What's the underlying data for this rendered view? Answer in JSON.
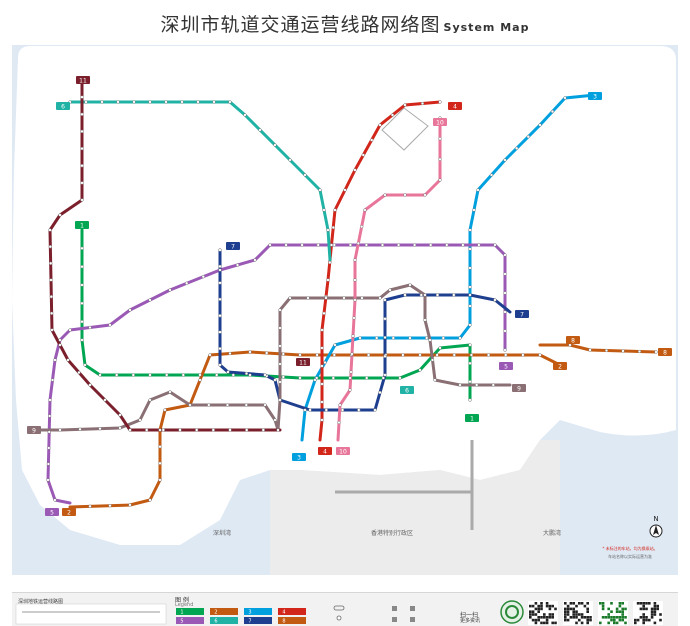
{
  "header": {
    "title_cn": "深圳市轨道交通运营线路网络图",
    "title_en": "System Map"
  },
  "lines": [
    {
      "id": "1",
      "label": "1号线",
      "color": "#00a651"
    },
    {
      "id": "2",
      "label": "2号线",
      "color": "#c25a11"
    },
    {
      "id": "3",
      "label": "3号线",
      "color": "#00a0df"
    },
    {
      "id": "4",
      "label": "4号线",
      "color": "#d2261a"
    },
    {
      "id": "5",
      "label": "5号线",
      "color": "#9b59b6"
    },
    {
      "id": "6",
      "label": "6号线",
      "color": "#20b2a4"
    },
    {
      "id": "7",
      "label": "7号线",
      "color": "#1e3f8f"
    },
    {
      "id": "8",
      "label": "8号线",
      "color": "#c25a11"
    },
    {
      "id": "9",
      "label": "9号线",
      "color": "#8a6f74"
    },
    {
      "id": "10",
      "label": "10号线",
      "color": "#e8769a"
    },
    {
      "id": "11",
      "label": "11号线",
      "color": "#7a1f2b"
    }
  ],
  "places": {
    "shenzhen_bay": "深圳湾",
    "hong_kong": "香港特别行政区",
    "dapeng_bay": "大鹏湾"
  },
  "compass": "N",
  "notes": {
    "red": "* 未标注的车站，均为换乘站。",
    "gray": "车站名称以实际运营为准"
  },
  "legend": {
    "title_cn": "图 例",
    "title_en": "Legend",
    "mini_map_title": "深圳地铁运营线路图",
    "scan_cn": "扫一扫",
    "scan_sub": "更多资讯"
  },
  "colors": {
    "sea": "#dfe9f4",
    "land": "#ffffff",
    "hk_land": "#ececec"
  }
}
